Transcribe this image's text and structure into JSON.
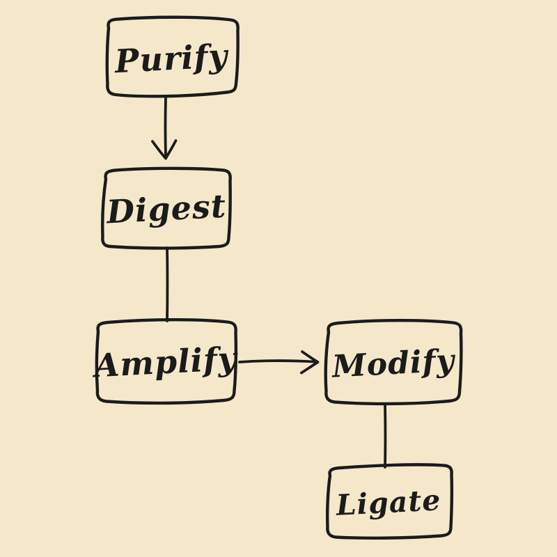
{
  "canvas": {
    "background_color": "#f5e8ca",
    "ink_color": "#1b1b1b"
  },
  "diagram": {
    "type": "flowchart",
    "style": "hand-drawn",
    "nodes": [
      {
        "id": "purify",
        "label": "Purify"
      },
      {
        "id": "digest",
        "label": "Digest"
      },
      {
        "id": "amplify",
        "label": "Amplify"
      },
      {
        "id": "modify",
        "label": "Modify"
      },
      {
        "id": "ligate",
        "label": "Ligate"
      }
    ],
    "edges": [
      {
        "from": "purify",
        "to": "digest",
        "direction": "down",
        "arrowhead": true
      },
      {
        "from": "digest",
        "to": "amplify",
        "direction": "down",
        "arrowhead": false
      },
      {
        "from": "amplify",
        "to": "modify",
        "direction": "right",
        "arrowhead": true
      },
      {
        "from": "modify",
        "to": "ligate",
        "direction": "down",
        "arrowhead": false
      }
    ]
  }
}
